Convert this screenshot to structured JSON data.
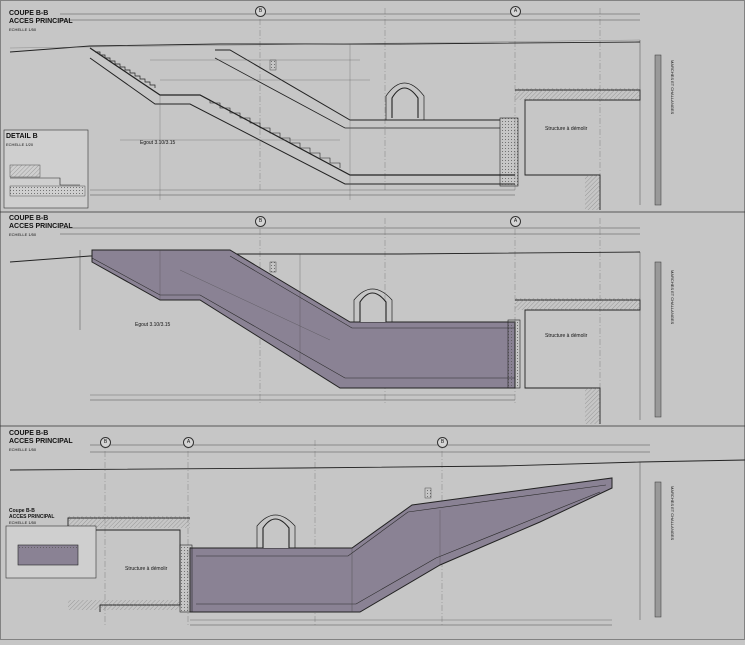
{
  "sections": [
    {
      "id": "top",
      "title": "COUPE B-B",
      "subtitle": "ACCES PRINCIPAL",
      "scale": "ECHELLE 1/50",
      "slope_label": "Egout 3.10/3.15",
      "demolish_label": "Structure à démolir",
      "axes": [
        "B",
        "A"
      ],
      "side_label": "MARCHES ET CHALLANGES"
    },
    {
      "id": "middle",
      "title": "COUPE B-B",
      "subtitle": "ACCES PRINCIPAL",
      "scale": "ECHELLE 1/50",
      "slope_label": "Egout 3.10/3.15",
      "demolish_label": "Structure à démolir",
      "axes": [
        "B",
        "A"
      ],
      "side_label": "MARCHES ET CHALLANGES"
    },
    {
      "id": "bottom",
      "title": "COUPE B-B",
      "subtitle": "ACCES PRINCIPAL",
      "scale": "ECHELLE 1/50",
      "demolish_label": "Structure à démolir",
      "axes": [
        "B",
        "A",
        "B"
      ],
      "side_label": "MARCHES ET CHALLANGES"
    }
  ],
  "detail": {
    "title": "DETAIL B",
    "scale": "ECHELLE 1/20"
  },
  "detail_bottom": {
    "title": "Coupe B-B",
    "subtitle": "ACCES PRINCIPAL",
    "scale": "ECHELLE 1/50"
  },
  "colors": {
    "background": "#c6c6c6",
    "fill": "#8a8294",
    "line": "#222222",
    "hatch": "#9a9a9a"
  }
}
